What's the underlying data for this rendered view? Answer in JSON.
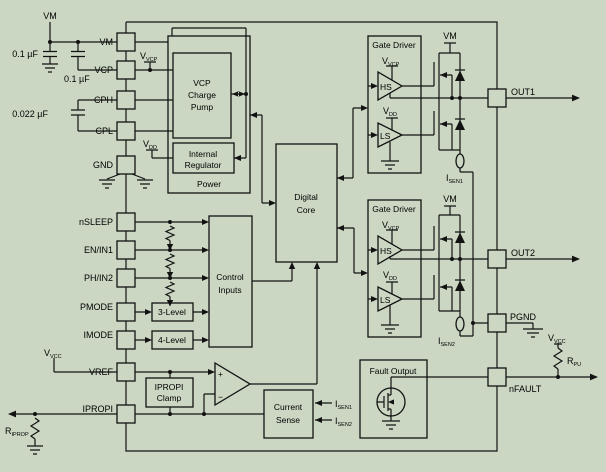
{
  "diagram": {
    "pins_left": [
      "VM",
      "VCP",
      "CPH",
      "CPL",
      "GND",
      "nSLEEP",
      "EN/IN1",
      "PH/IN2",
      "PMODE",
      "IMODE",
      "VREF",
      "IPROPI"
    ],
    "pins_right": [
      "OUT1",
      "OUT2",
      "PGND",
      "nFAULT"
    ],
    "blocks": {
      "power": "Power",
      "charge_pump": [
        "VCP",
        "Charge",
        "Pump"
      ],
      "internal_regulator": [
        "Internal",
        "Regulator"
      ],
      "digital_core": [
        "Digital",
        "Core"
      ],
      "control_inputs": [
        "Control",
        "Inputs"
      ],
      "three_level": "3-Level",
      "four_level": "4-Level",
      "gate_driver": "Gate Driver",
      "hs": "HS",
      "ls": "LS",
      "ipropi_clamp": [
        "IPROPI",
        "Clamp"
      ],
      "current_sense": [
        "Current",
        "Sense"
      ],
      "fault_output": "Fault Output"
    },
    "labels": {
      "vm_supply": "VM",
      "vm_tap": "VM",
      "cap1": "0.1 µF",
      "cap2": "0.1 µF",
      "cap3": "0.022 µF",
      "vvcp": {
        "base": "V",
        "sub": "VCP"
      },
      "vdd": {
        "base": "V",
        "sub": "DD"
      },
      "vvcc": {
        "base": "V",
        "sub": "VCC"
      },
      "isen1": {
        "base": "I",
        "sub": "SEN1"
      },
      "isen2": {
        "base": "I",
        "sub": "SEN2"
      },
      "ripropi": {
        "base": "R",
        "sub": "IPROP"
      },
      "rpu": {
        "base": "R",
        "sub": "PU"
      },
      "plus": "+",
      "minus": "−"
    },
    "colors": {
      "background": "#cbd7c3",
      "line": "#121212"
    }
  }
}
